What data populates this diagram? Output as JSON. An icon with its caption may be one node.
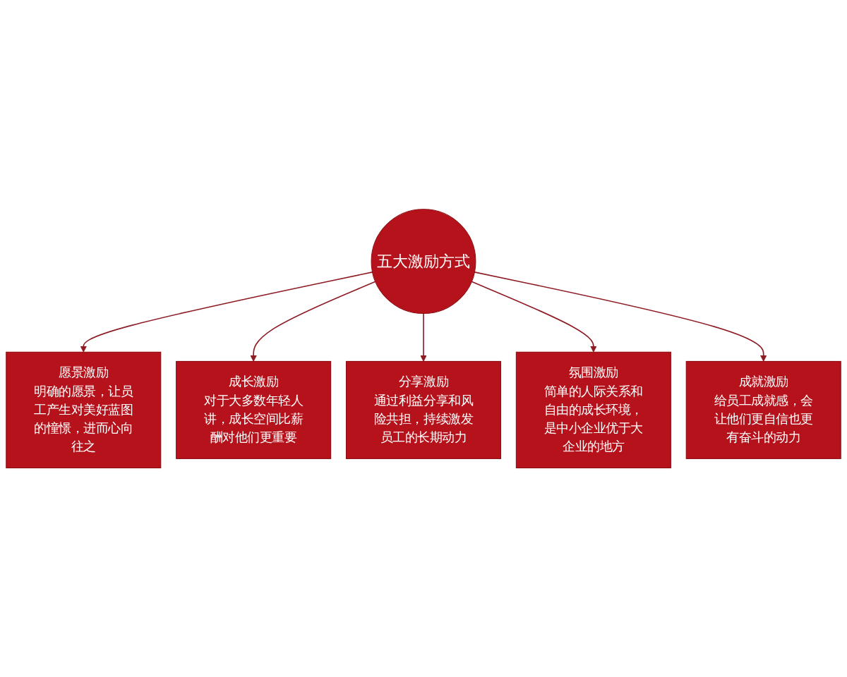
{
  "diagram": {
    "nodes": [
      {
        "text": [
          "愿景激励",
          "明确的愿景，让员工产生对美好蓝图的憧憬，进而心向往之"
        ]
      },
      {
        "text": [
          "成长激励",
          "对于大多数年轻人讲，成长空间比薪酬对他们更重要"
        ]
      },
      {
        "text": [
          "五大激励方式"
        ]
      },
      {
        "text": [
          "分享激励",
          "通过利益分享和风险共担，持续激发员工的长期动力"
        ]
      },
      {
        "text": [
          "氛围激励",
          "简单的人际关系和自由的成长环境，是中小企业优于大企业的地方"
        ]
      },
      {
        "text": [
          "成就激励",
          "给员工成就感，会让他们更自信也更有奋斗的动力"
        ]
      }
    ],
    "edges": [
      {
        "from": 2,
        "to": 0,
        "arrow": "to"
      },
      {
        "from": 2,
        "to": 1,
        "arrow": "to"
      },
      {
        "from": 2,
        "to": 3,
        "arrow": "to"
      },
      {
        "from": 2,
        "to": 4,
        "arrow": "to"
      },
      {
        "from": 2,
        "to": 5,
        "arrow": "to"
      }
    ]
  }
}
